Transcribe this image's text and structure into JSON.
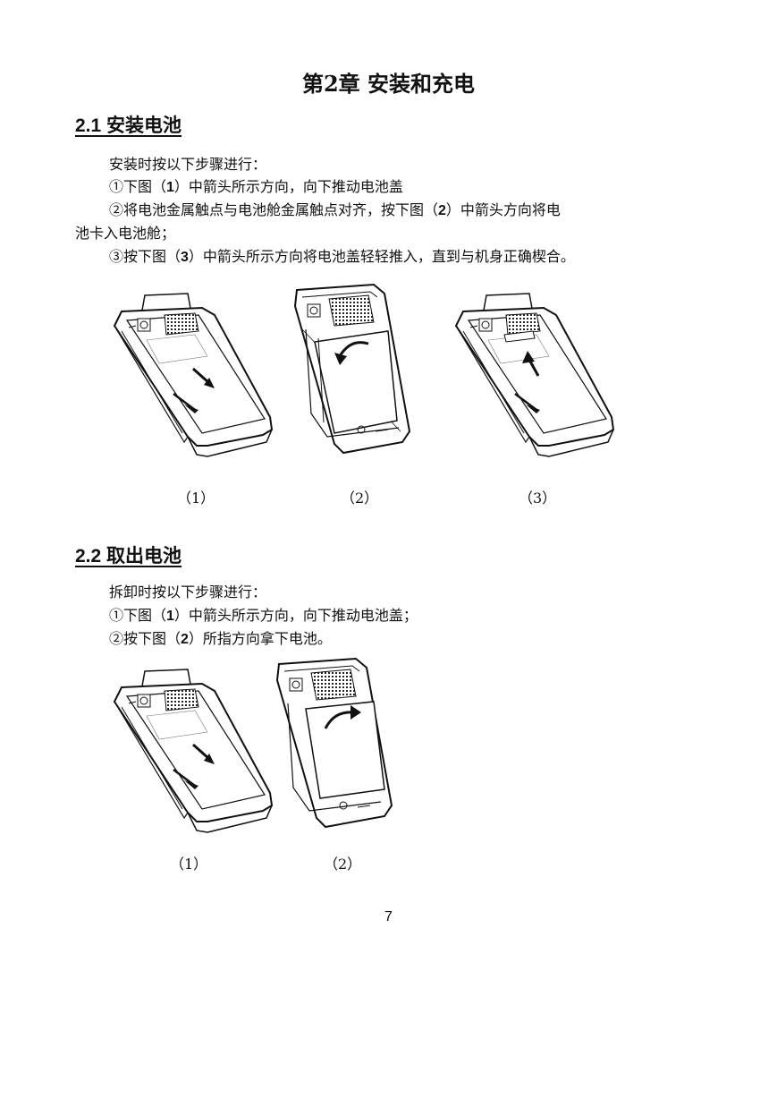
{
  "chapter": {
    "title": "第2章  安装和充电"
  },
  "section1": {
    "heading": "2.1 安装电池",
    "intro": "安装时按以下步骤进行：",
    "step1_pre": "①下图（",
    "step1_num": "1",
    "step1_post": "）中箭头所示方向，向下推动电池盖",
    "step2_pre": "②将电池金属触点与电池舱金属触点对齐，按下图（",
    "step2_num": "2",
    "step2_post": "）中箭头方向将电",
    "step2_cont": "池卡入电池舱；",
    "step3_pre": "③按下图（",
    "step3_num": "3",
    "step3_post": "）中箭头所示方向将电池盖轻轻推入，直到与机身正确楔合。",
    "captions": [
      "（1）",
      "（2）",
      "（3）"
    ]
  },
  "section2": {
    "heading": "2.2 取出电池",
    "intro": "拆卸时按以下步骤进行：",
    "step1_pre": "①下图（",
    "step1_num": "1",
    "step1_post": "）中箭头所示方向，向下推动电池盖；",
    "step2_pre": "②按下图（",
    "step2_num": "2",
    "step2_post": "）所指方向拿下电池。",
    "captions": [
      "（1）",
      "（2）"
    ]
  },
  "page_number": "7"
}
